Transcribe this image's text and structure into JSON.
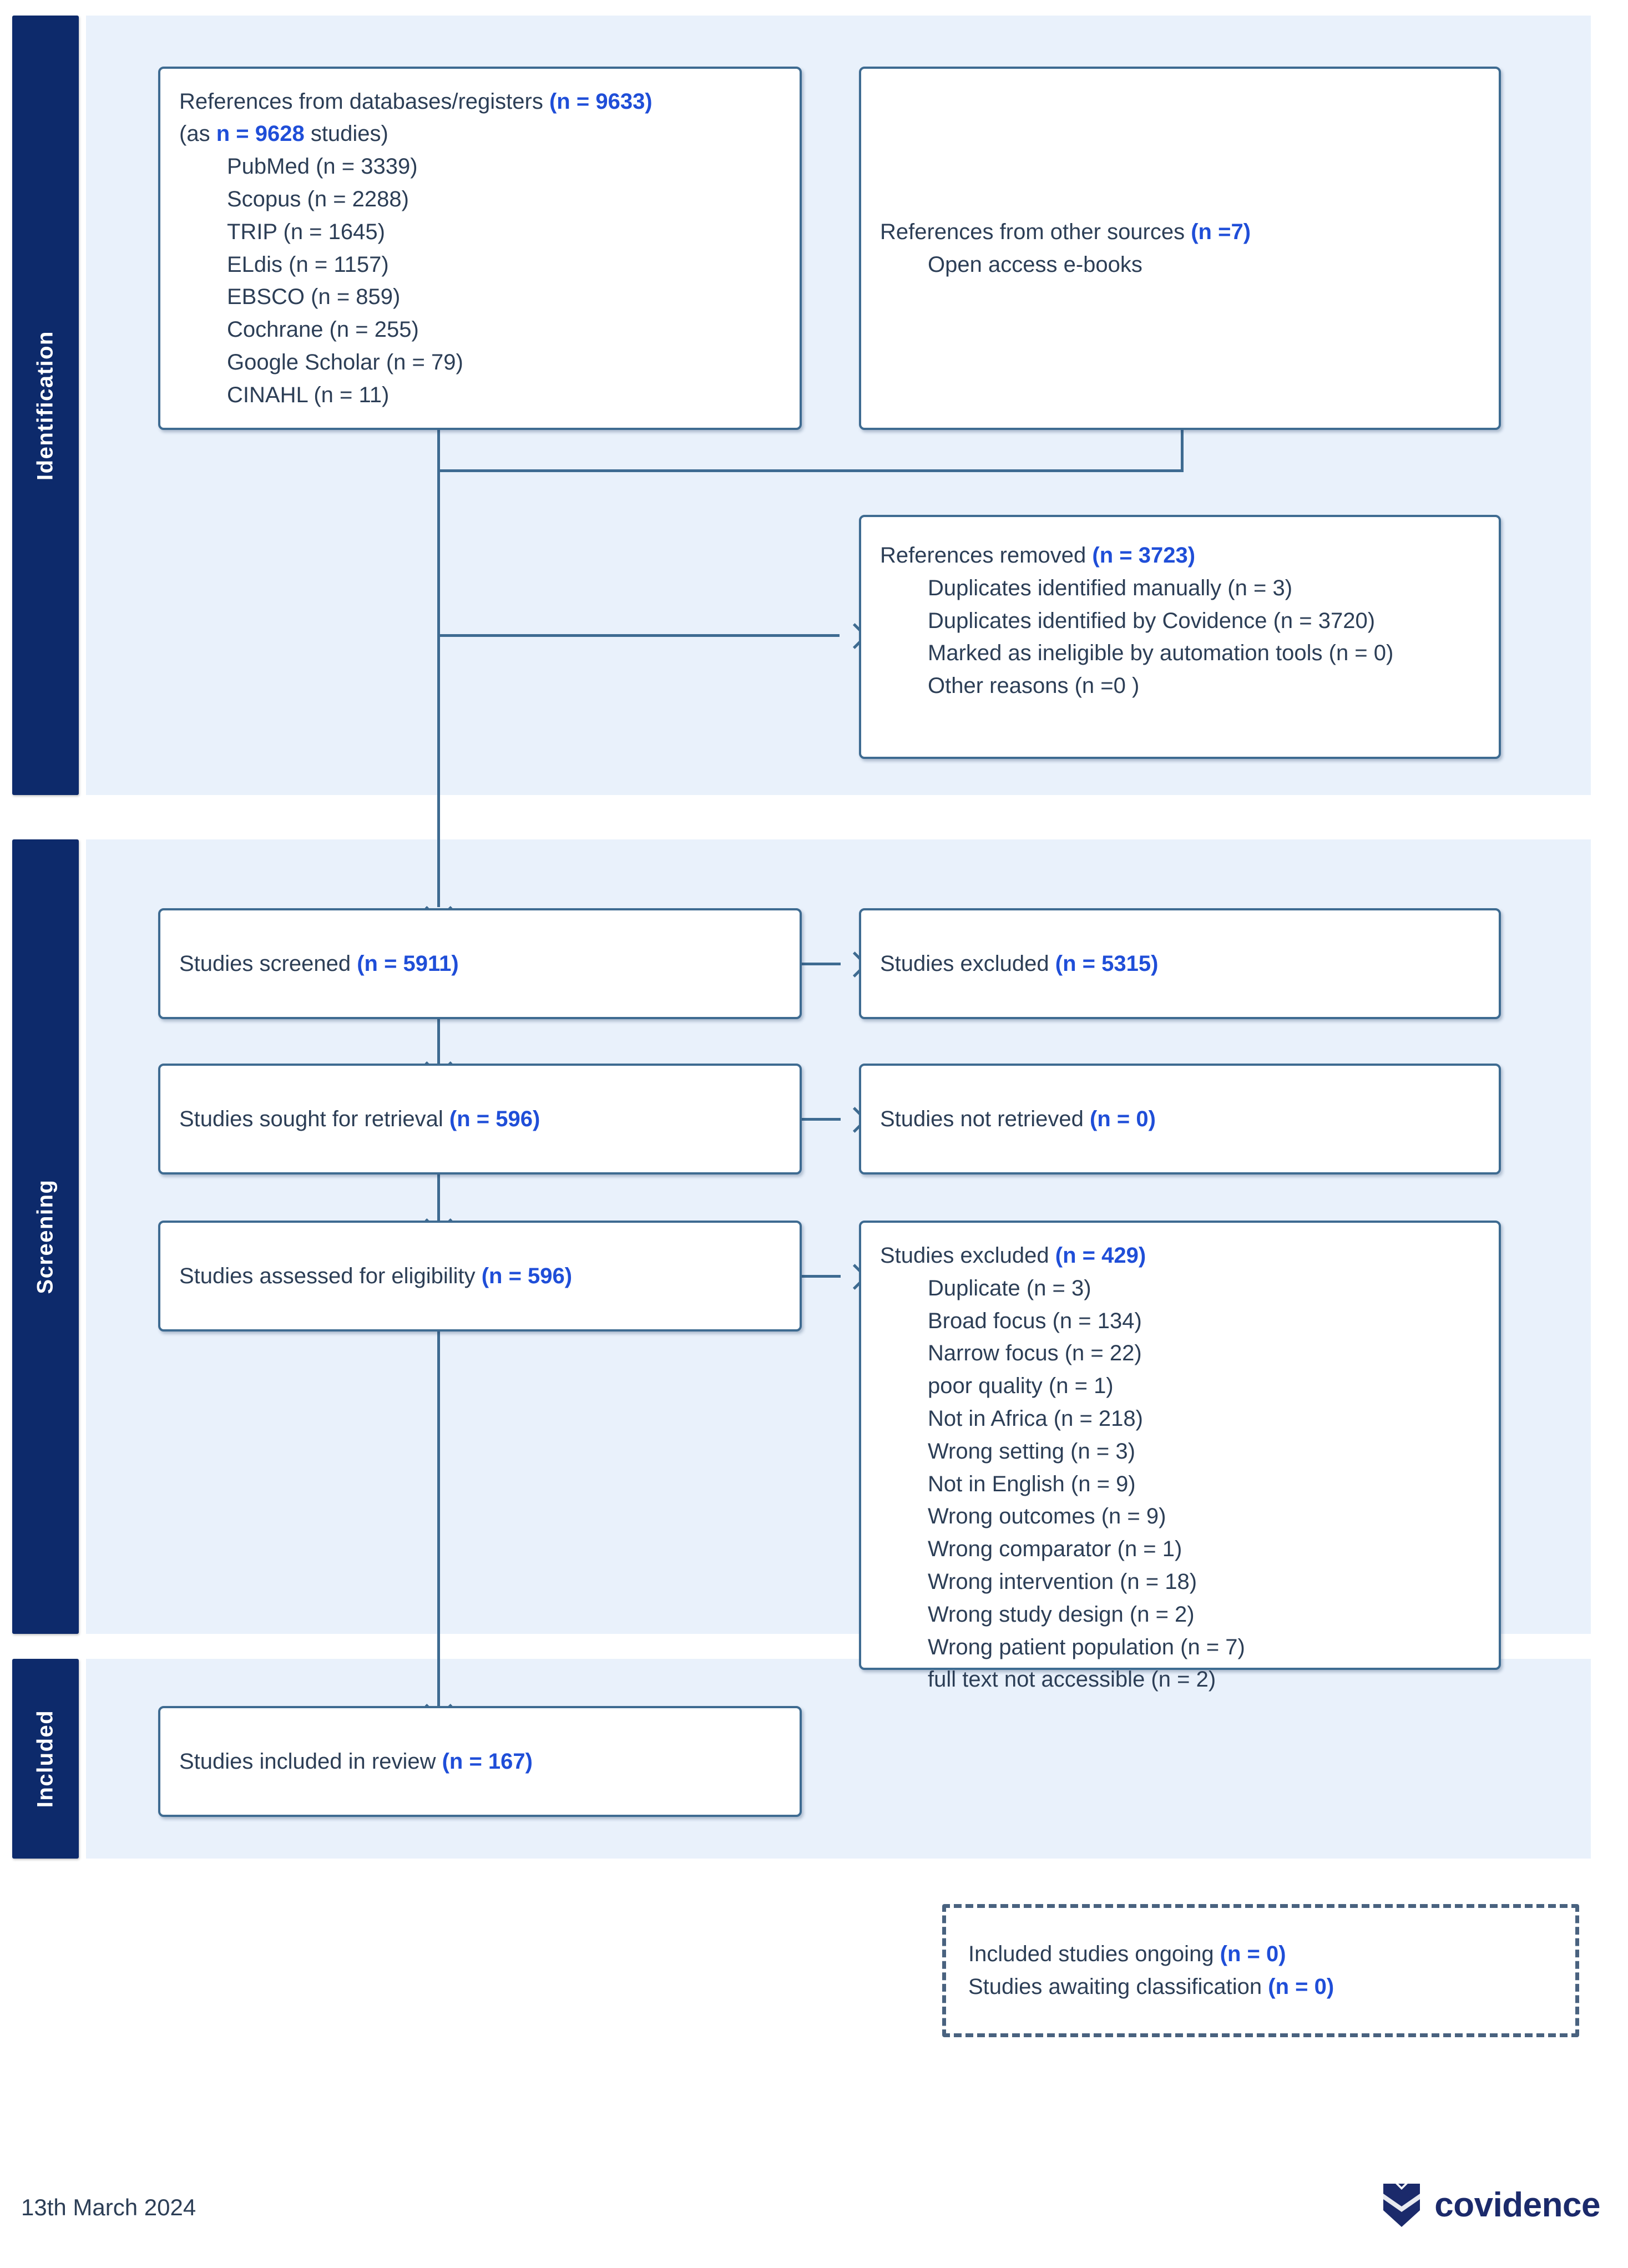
{
  "diagram": {
    "title": "PRISMA 2020 flow diagram",
    "accent_blue": "#1f4ed8",
    "box_border": "#3e6b91",
    "band_background": "#e9f1fb",
    "stage_bar_color": "#0d2a6b"
  },
  "stages": [
    {
      "label": "Identification"
    },
    {
      "label": "Screening"
    },
    {
      "label": "Included"
    }
  ],
  "boxes": {
    "databases": {
      "heading_text": "References from databases/registers ",
      "heading_count": "(n = 9633)",
      "subheading_pre": "(as ",
      "subheading_count": "n = 9628",
      "subheading_post": " studies)",
      "sources": [
        "PubMed (n = 3339)",
        "Scopus (n = 2288)",
        "TRIP (n = 1645)",
        "ELdis (n = 1157)",
        "EBSCO (n = 859)",
        "Cochrane (n = 255)",
        "Google Scholar (n = 79)",
        "CINAHL (n = 11)"
      ]
    },
    "other_sources": {
      "heading_text": "References from other sources ",
      "heading_count": "(n =7)",
      "items": [
        "Open access e-books"
      ]
    },
    "references_removed": {
      "heading_text": "References removed ",
      "heading_count": "(n = 3723)",
      "items": [
        "Duplicates identified manually (n = 3)",
        "Duplicates identified by Covidence (n = 3720)",
        "Marked as ineligible by automation tools (n = 0)",
        "Other reasons (n =0 )"
      ]
    },
    "studies_screened": {
      "heading_text": "Studies screened ",
      "heading_count": "(n = 5911)"
    },
    "studies_excluded_screen": {
      "heading_text": "Studies excluded ",
      "heading_count": "(n = 5315)"
    },
    "studies_sought": {
      "heading_text": "Studies sought for retrieval ",
      "heading_count": "(n = 596)"
    },
    "studies_not_retrieved": {
      "heading_text": "Studies not retrieved ",
      "heading_count": "(n = 0)"
    },
    "studies_assessed": {
      "heading_text": "Studies assessed for eligibility ",
      "heading_count": "(n = 596)"
    },
    "studies_excluded_eligibility": {
      "heading_text": "Studies excluded ",
      "heading_count": "(n = 429)",
      "reasons": [
        "Duplicate (n = 3)",
        "Broad focus (n = 134)",
        "Narrow focus (n = 22)",
        "poor quality (n = 1)",
        "Not in Africa (n = 218)",
        "Wrong setting (n = 3)",
        "Not in English (n = 9)",
        "Wrong outcomes (n = 9)",
        "Wrong comparator (n = 1)",
        "Wrong intervention (n = 18)",
        "Wrong study design (n = 2)",
        "Wrong patient population (n = 7)",
        "full text not accessible (n = 2)"
      ]
    },
    "studies_included": {
      "heading_text": "Studies included in review ",
      "heading_count": "(n = 167)"
    },
    "ongoing": {
      "line1_text": "Included studies ongoing ",
      "line1_count": "(n = 0)",
      "line2_text": "Studies awaiting classification ",
      "line2_count": "(n = 0)"
    }
  },
  "footer": {
    "date": "13th March 2024",
    "logo_wordmark": "covidence"
  }
}
